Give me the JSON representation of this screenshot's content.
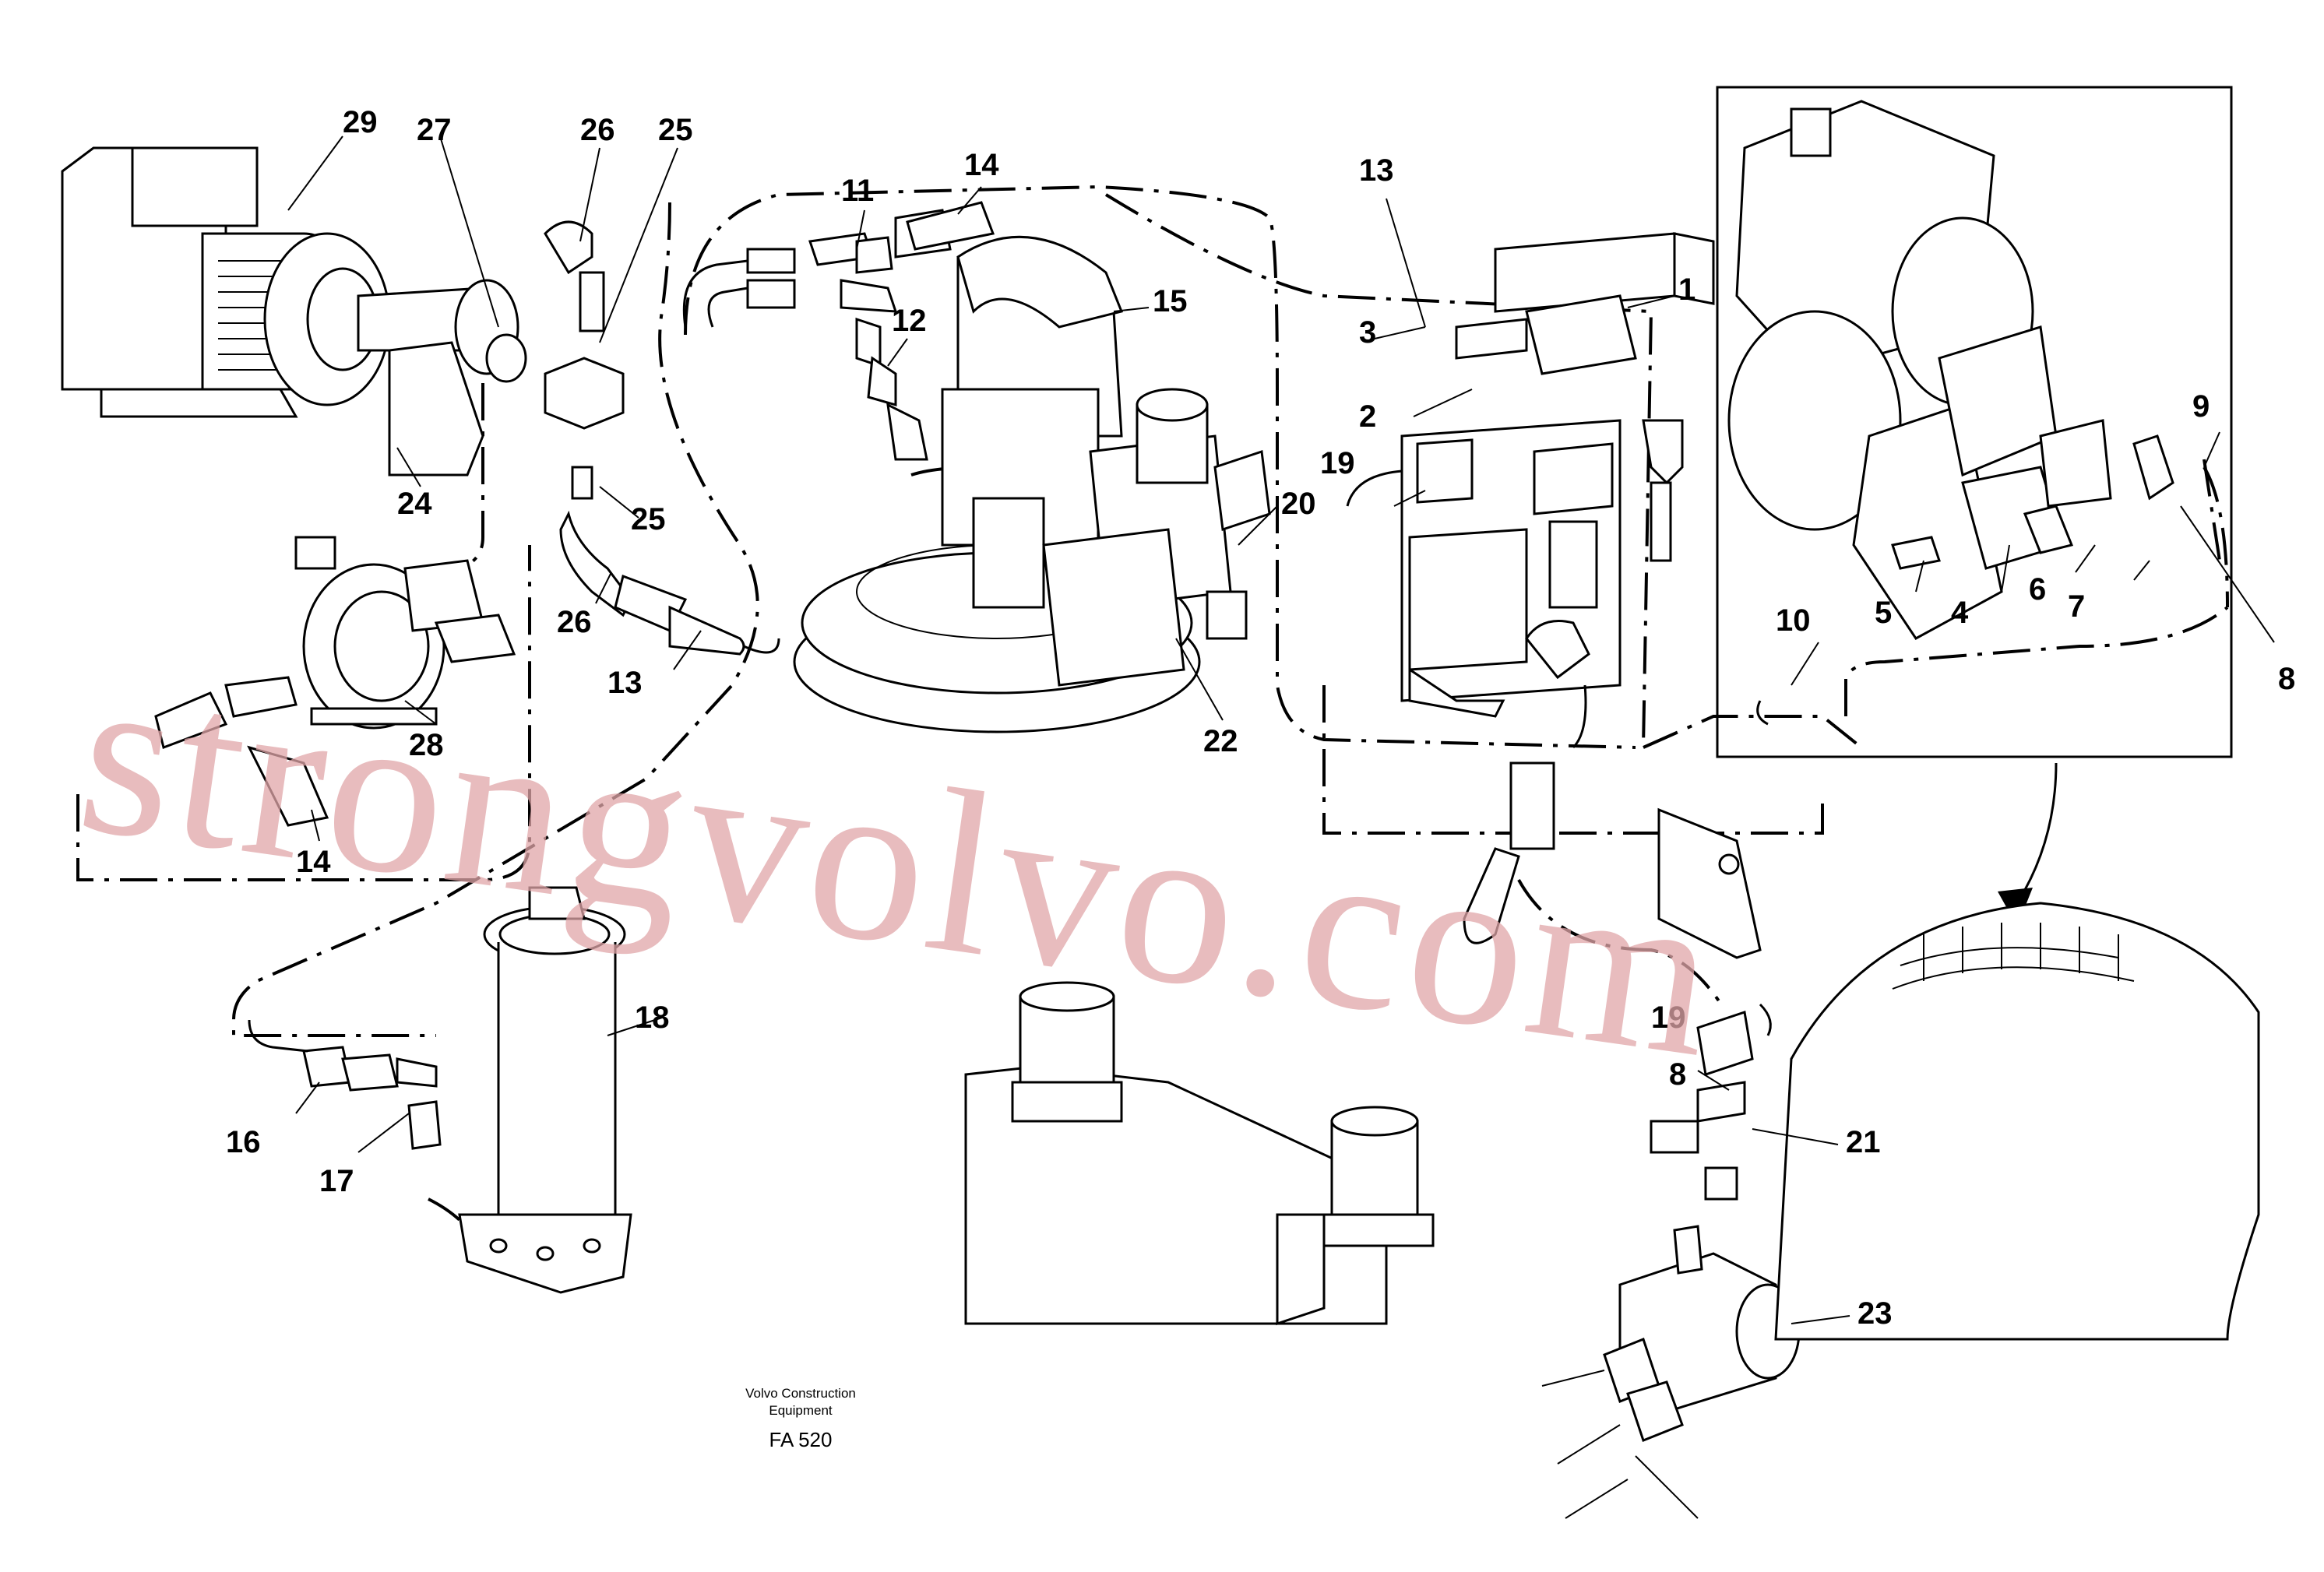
{
  "callouts": [
    "29",
    "27",
    "26",
    "25",
    "14",
    "11",
    "12",
    "15",
    "13",
    "1",
    "3",
    "2",
    "19",
    "20",
    "24",
    "25",
    "26",
    "13",
    "28",
    "14",
    "22",
    "10",
    "5",
    "4",
    "6",
    "7",
    "8",
    "9",
    "18",
    "16",
    "17",
    "19",
    "8",
    "21",
    "23"
  ],
  "caption": {
    "line1": "Volvo Construction",
    "line2": "Equipment",
    "code": "FA 520"
  },
  "watermark": "strongvolvo.com"
}
